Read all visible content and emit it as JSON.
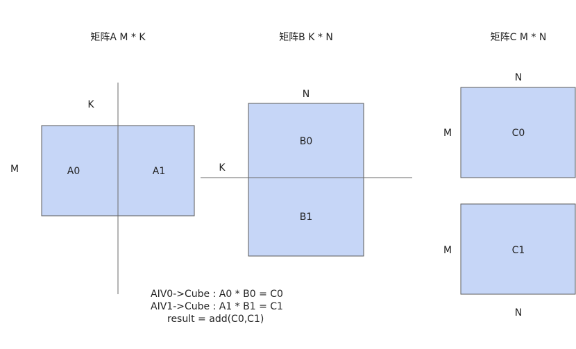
{
  "colors": {
    "box_fill": "#c6d6f7",
    "box_stroke": "#5a5a5a",
    "line": "#6a6a6a",
    "text": "#222222"
  },
  "matrix_a": {
    "title": "矩阵A M * K",
    "k_label": "K",
    "m_label": "M",
    "left_block": "A0",
    "right_block": "A1"
  },
  "matrix_b": {
    "title": "矩阵B K * N",
    "n_label": "N",
    "k_label": "K",
    "top_block": "B0",
    "bottom_block": "B1"
  },
  "matrix_c": {
    "title": "矩阵C M * N",
    "top_n_label": "N",
    "m_label_1": "M",
    "block_1": "C0",
    "m_label_2": "M",
    "block_2": "C1",
    "bottom_n_label": "N"
  },
  "notes": {
    "line1": "AIV0->Cube : A0 * B0 = C0",
    "line2": "AIV1->Cube : A1 * B1 = C1",
    "line3": "result = add(C0,C1)"
  }
}
